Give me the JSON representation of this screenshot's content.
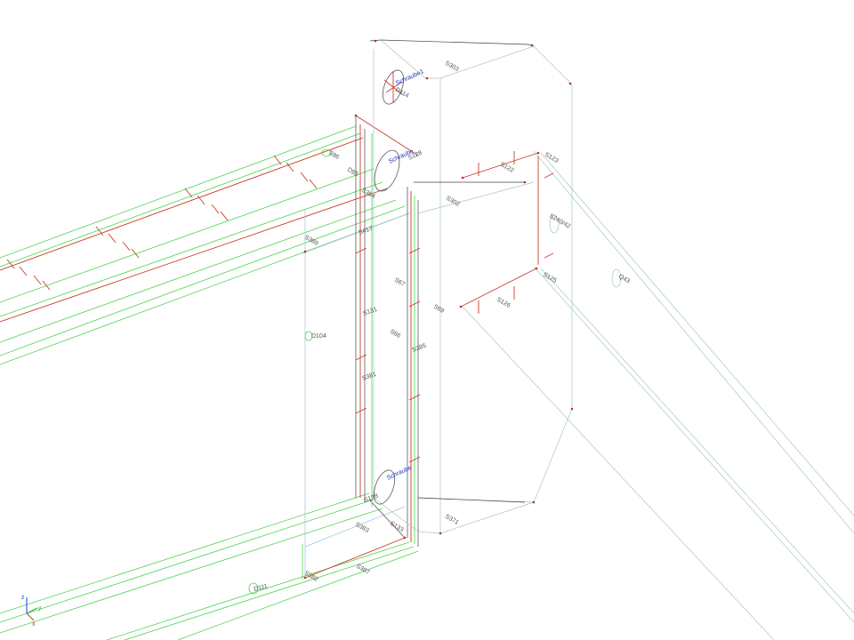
{
  "viewport": {
    "labels": {
      "s303": "S303",
      "schraube1": "Schraube1",
      "d114": "D114",
      "s128": "S128",
      "schraube_upper": "Schraube",
      "s96": "S96",
      "d95": "D95",
      "s384": "S384",
      "s389": "S389",
      "s417": "S417",
      "s67": "S67",
      "s131": "S131",
      "s69": "S69",
      "d104": "D104",
      "s66": "S66",
      "s385": "S385",
      "s381": "S381",
      "s122": "S122",
      "s123": "S123",
      "s302": "S302",
      "s240_42": "S240/42",
      "s125": "S125",
      "s126": "S126",
      "q43": "Q43",
      "s138": "S138",
      "s383": "S383",
      "s133": "S133",
      "s371": "S371",
      "s382": "S382",
      "s387": "S387",
      "d111": "D111",
      "schraube_lower": "Schraube"
    },
    "axis_triad": {
      "z": "z",
      "y": "y",
      "x": "x"
    },
    "colors": {
      "beam": "#4cd44c",
      "member": "#c83c28",
      "edge": "#444444",
      "guide": "#a8c8c0",
      "label_blue": "#2030c0"
    }
  }
}
